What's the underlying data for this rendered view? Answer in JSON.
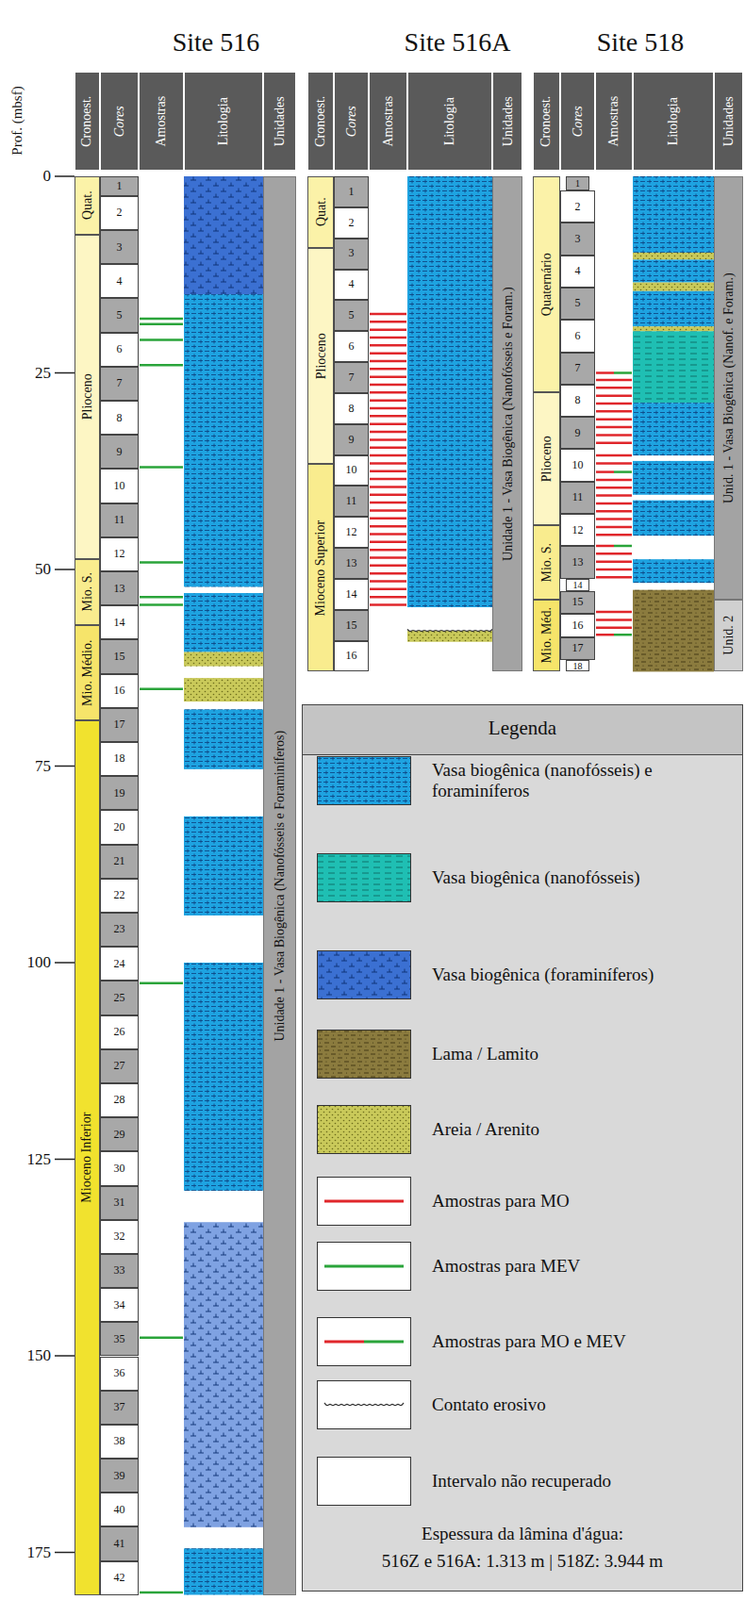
{
  "diagram": {
    "nodes": [
      {
        "text": [
          "Cronoest."
        ]
      },
      {
        "text": [
          "Cores"
        ]
      },
      {
        "text": [
          "Amostras"
        ]
      },
      {
        "text": [
          "Litologia"
        ]
      },
      {
        "text": [
          "Unidades"
        ]
      },
      {
        "text": [
          "Quat."
        ]
      },
      {
        "text": [
          "Plioceno"
        ]
      },
      {
        "text": [
          "Mio. S."
        ]
      },
      {
        "text": [
          "Mio. Médio."
        ]
      },
      {
        "text": [
          "Mioceno Inferior"
        ]
      },
      {
        "text": [
          "1"
        ]
      },
      {
        "text": [
          "2"
        ]
      },
      {
        "text": [
          "3"
        ]
      },
      {
        "text": [
          "4"
        ]
      },
      {
        "text": [
          "5"
        ]
      },
      {
        "text": [
          "6"
        ]
      },
      {
        "text": [
          "7"
        ]
      },
      {
        "text": [
          "8"
        ]
      },
      {
        "text": [
          "9"
        ]
      },
      {
        "text": [
          "10"
        ]
      },
      {
        "text": [
          "11"
        ]
      },
      {
        "text": [
          "12"
        ]
      },
      {
        "text": [
          "13"
        ]
      },
      {
        "text": [
          "14"
        ]
      },
      {
        "text": [
          "15"
        ]
      },
      {
        "text": [
          "16"
        ]
      },
      {
        "text": [
          "17"
        ]
      },
      {
        "text": [
          "18"
        ]
      },
      {
        "text": [
          "19"
        ]
      },
      {
        "text": [
          "20"
        ]
      },
      {
        "text": [
          "21"
        ]
      },
      {
        "text": [
          "22"
        ]
      },
      {
        "text": [
          "23"
        ]
      },
      {
        "text": [
          "24"
        ]
      },
      {
        "text": [
          "25"
        ]
      },
      {
        "text": [
          "26"
        ]
      },
      {
        "text": [
          "27"
        ]
      },
      {
        "text": [
          "28"
        ]
      },
      {
        "text": [
          "29"
        ]
      },
      {
        "text": [
          "30"
        ]
      },
      {
        "text": [
          "31"
        ]
      },
      {
        "text": [
          "32"
        ]
      },
      {
        "text": [
          "33"
        ]
      },
      {
        "text": [
          "34"
        ]
      },
      {
        "text": [
          "35"
        ]
      },
      {
        "text": [
          "36"
        ]
      },
      {
        "text": [
          "37"
        ]
      },
      {
        "text": [
          "38"
        ]
      },
      {
        "text": [
          "39"
        ]
      },
      {
        "text": [
          "40"
        ]
      },
      {
        "text": [
          "41"
        ]
      },
      {
        "text": [
          "42"
        ]
      },
      {
        "text": [
          "Unidade 1 - Vasa Biogênica (Nanofósseis e Foraminíferos)"
        ]
      },
      {
        "text": [
          "Cronoest."
        ]
      },
      {
        "text": [
          "Cores"
        ]
      },
      {
        "text": [
          "Amostras"
        ]
      },
      {
        "text": [
          "Litologia"
        ]
      },
      {
        "text": [
          "Unidades"
        ]
      },
      {
        "text": [
          "Quat."
        ]
      },
      {
        "text": [
          "Plioceno"
        ]
      },
      {
        "text": [
          "Mioceno Superior"
        ]
      },
      {
        "text": [
          "1"
        ]
      },
      {
        "text": [
          "2"
        ]
      },
      {
        "text": [
          "3"
        ]
      },
      {
        "text": [
          "4"
        ]
      },
      {
        "text": [
          "5"
        ]
      },
      {
        "text": [
          "6"
        ]
      },
      {
        "text": [
          "7"
        ]
      },
      {
        "text": [
          "8"
        ]
      },
      {
        "text": [
          "9"
        ]
      },
      {
        "text": [
          "10"
        ]
      },
      {
        "text": [
          "11"
        ]
      },
      {
        "text": [
          "12"
        ]
      },
      {
        "text": [
          "13"
        ]
      },
      {
        "text": [
          "14"
        ]
      },
      {
        "text": [
          "15"
        ]
      },
      {
        "text": [
          "16"
        ]
      },
      {
        "text": [
          "Unidade 1 - Vasa Biogênica (Nanofósseis e Foram.)"
        ]
      },
      {
        "text": [
          "Cronoest."
        ]
      },
      {
        "text": [
          "Cores"
        ]
      },
      {
        "text": [
          "Amostras"
        ]
      },
      {
        "text": [
          "Litologia"
        ]
      },
      {
        "text": [
          "Unidades"
        ]
      },
      {
        "text": [
          "Quaternário"
        ]
      },
      {
        "text": [
          "Plioceno"
        ]
      },
      {
        "text": [
          "Mio. S."
        ]
      },
      {
        "text": [
          "Mio. Méd."
        ]
      },
      {
        "text": [
          "1"
        ]
      },
      {
        "text": [
          "2"
        ]
      },
      {
        "text": [
          "3"
        ]
      },
      {
        "text": [
          "4"
        ]
      },
      {
        "text": [
          "5"
        ]
      },
      {
        "text": [
          "6"
        ]
      },
      {
        "text": [
          "7"
        ]
      },
      {
        "text": [
          "8"
        ]
      },
      {
        "text": [
          "9"
        ]
      },
      {
        "text": [
          "10"
        ]
      },
      {
        "text": [
          "11"
        ]
      },
      {
        "text": [
          "12"
        ]
      },
      {
        "text": [
          "13"
        ]
      },
      {
        "text": [
          "14"
        ]
      },
      {
        "text": [
          "15"
        ]
      },
      {
        "text": [
          "16"
        ]
      },
      {
        "text": [
          "17"
        ]
      },
      {
        "text": [
          "18"
        ]
      },
      {
        "text": [
          "Unid. 1 - Vasa Biogênica (Nanof. e Foram.)"
        ]
      },
      {
        "text": [
          "Unid. 2"
        ]
      }
    ],
    "labels": [
      "Site 516",
      "Site 516A",
      "Site 518",
      "Prof. (mbsf)",
      "0",
      "25",
      "50",
      "75",
      "100",
      "125",
      "150",
      "175",
      "Legenda",
      "Espessura da lâmina d'água:",
      "516Z e 516A: 1.313 m | 518Z: 3.944 m"
    ],
    "legend": [
      {
        "text": "Vasa biogênica (nanofósseis) e foraminíferos",
        "color": "#1ea3e1"
      },
      {
        "text": "Vasa biogênica (nanofósseis)",
        "color": "#1fbfb3"
      },
      {
        "text": "Vasa biogênica (foraminíferos)",
        "color": "#3b70d2"
      },
      {
        "text": "Lama / Lamito",
        "color": "#8b7b3e"
      },
      {
        "text": "Areia / Arenito",
        "color": "#c9c95a"
      },
      {
        "text": "Amostras para MO"
      },
      {
        "text": "Amostras para MEV"
      },
      {
        "text": "Amostras para MO e MEV"
      },
      {
        "text": "Contato erosivo"
      },
      {
        "text": "Intervalo não recuperado",
        "color": "#ffffff"
      }
    ]
  }
}
